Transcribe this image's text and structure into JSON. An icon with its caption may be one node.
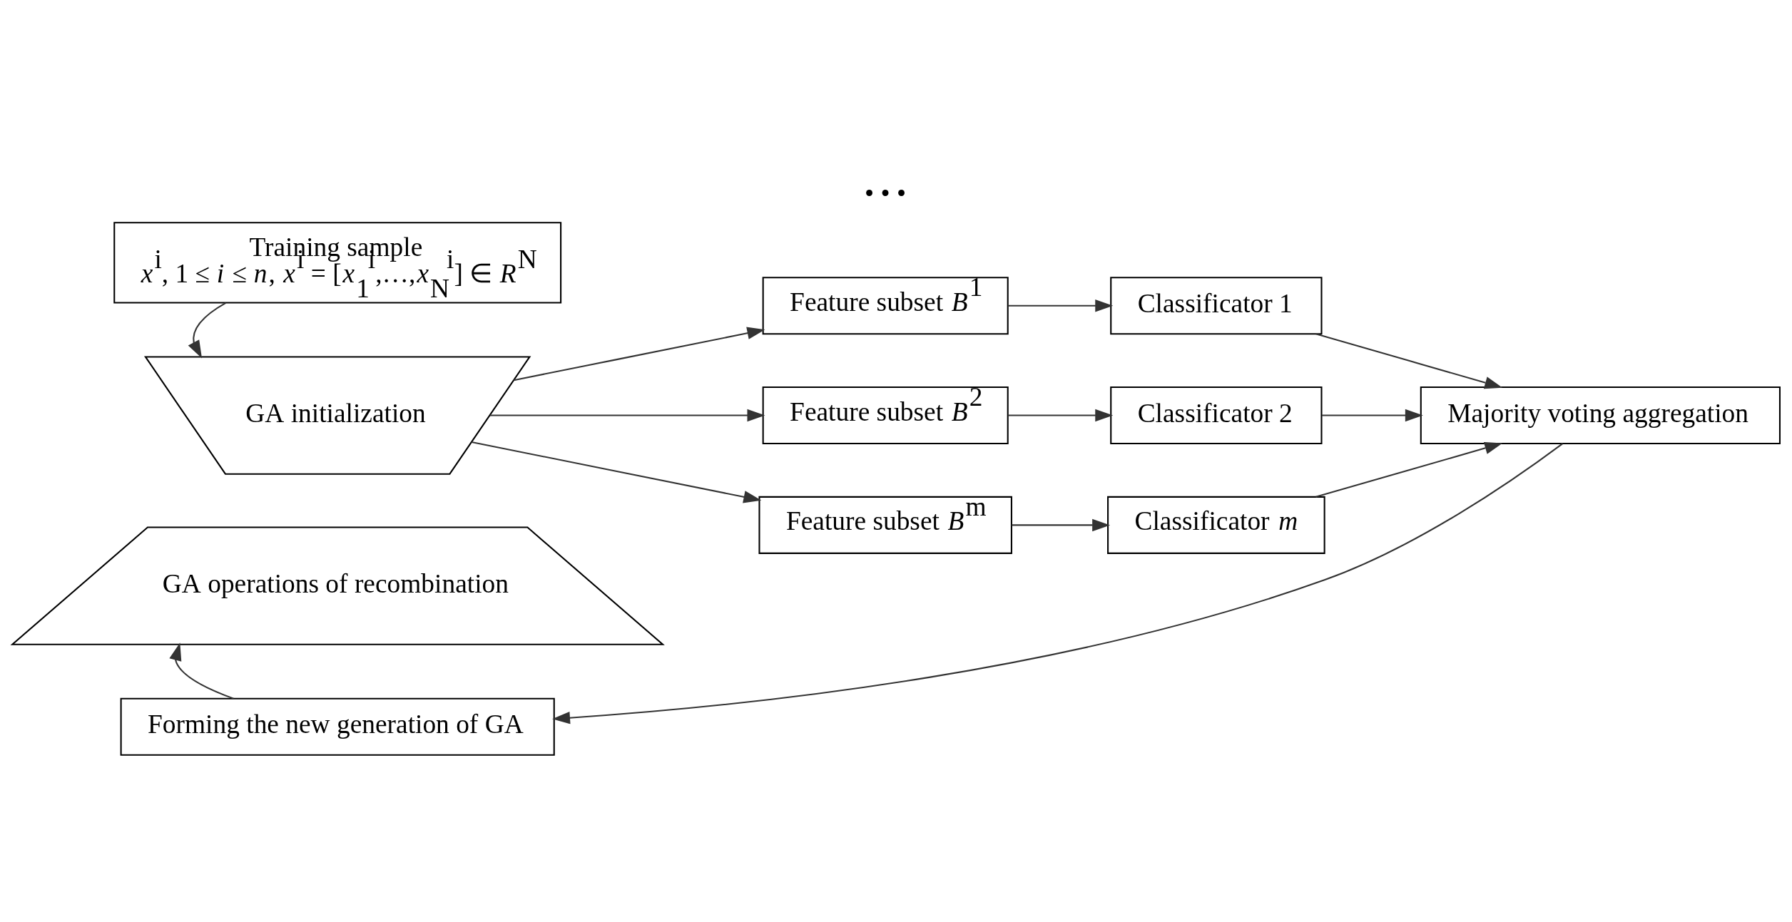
{
  "diagram": {
    "nodes": [
      {
        "text": [
          "Training sample",
          "*x*$^{i}$, 1 ≤ *i* ≤ *n*, *x*$^{i}$ = [*x*$_{1}$$^{i}$,…,*x*$_{N}$$^{i}$] ∈ *R*$^{N}$"
        ]
      },
      {
        "text": [
          "GA initialization"
        ]
      },
      {
        "text": [
          "GA operations of recombination"
        ]
      },
      {
        "text": [
          "Feature subset *B*$^{1}$"
        ]
      },
      {
        "text": [
          "Classificator 1"
        ]
      },
      {
        "text": [
          "Feature subset *B*$^{2}$"
        ]
      },
      {
        "text": [
          "Classificator 2"
        ]
      },
      {
        "text": [
          "Feature subset *B*$^{m}$"
        ]
      },
      {
        "text": [
          "Classificator *m*"
        ]
      },
      {
        "text": [
          "Majority voting aggregation"
        ]
      },
      {
        "text": [
          "Forming the new generation of GA"
        ]
      }
    ],
    "edges": [
      {
        "from": 0,
        "to": 1,
        "arrow": "to"
      },
      {
        "from": 1,
        "to": 3,
        "arrow": "to"
      },
      {
        "from": 1,
        "to": 5,
        "arrow": "to"
      },
      {
        "from": 1,
        "to": 7,
        "arrow": "to"
      },
      {
        "from": 3,
        "to": 4,
        "arrow": "to"
      },
      {
        "from": 5,
        "to": 6,
        "arrow": "to"
      },
      {
        "from": 7,
        "to": 8,
        "arrow": "to"
      },
      {
        "from": 4,
        "to": 9,
        "arrow": "to"
      },
      {
        "from": 6,
        "to": 9,
        "arrow": "to"
      },
      {
        "from": 8,
        "to": 9,
        "arrow": "to"
      },
      {
        "from": 9,
        "to": 10,
        "arrow": "to"
      },
      {
        "from": 10,
        "to": 2,
        "arrow": "to"
      }
    ],
    "labels": [
      "• • •"
    ]
  }
}
